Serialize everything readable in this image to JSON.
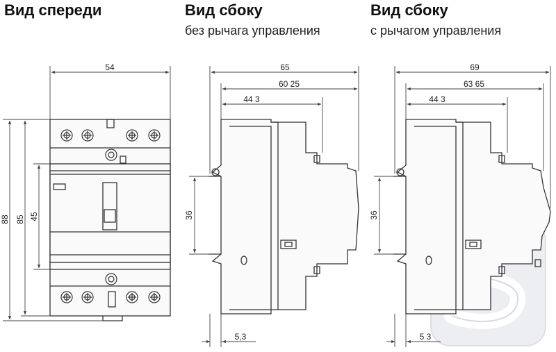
{
  "views": {
    "front": {
      "title": "Вид спереди",
      "dims": {
        "width": "54",
        "height_total": "88",
        "height_body": "85",
        "height_window": "45"
      }
    },
    "side_no_lever": {
      "title": "Вид сбоку",
      "subtitle": "без рычага управления",
      "dims": {
        "overall": "65",
        "mid": "60 25",
        "inner": "44 3",
        "rail": "36",
        "offset": "5,3"
      }
    },
    "side_with_lever": {
      "title": "Вид сбоку",
      "subtitle": "с рычагом управления",
      "dims": {
        "overall": "69",
        "mid": "63 65",
        "inner": "44 3",
        "rail": "36",
        "offset": "5 3"
      }
    }
  },
  "colors": {
    "line": "#333333",
    "dim_line": "#444444",
    "watermark": "#e4e6ea"
  },
  "watermark_icon": "s-logo-icon"
}
